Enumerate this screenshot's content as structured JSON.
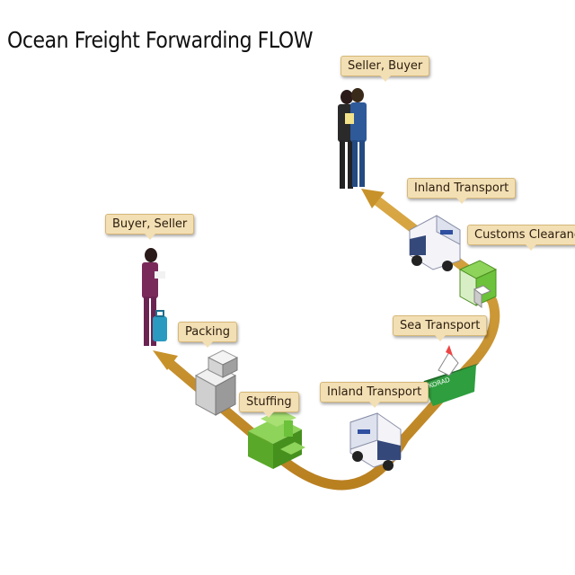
{
  "title": "Ocean Freight Forwarding FLOW",
  "steps": [
    {
      "label": "Buyer, Seller",
      "icon": "person-with-luggage-icon"
    },
    {
      "label": "Packing",
      "icon": "boxes-icon"
    },
    {
      "label": "Stuffing",
      "icon": "container-stuffing-icon"
    },
    {
      "label": "Inland Transport",
      "icon": "truck-icon"
    },
    {
      "label": "Sea Transport",
      "icon": "ship-icon"
    },
    {
      "label": "Customs Clearance",
      "icon": "customs-box-icon"
    },
    {
      "label": "Inland Transport",
      "icon": "truck-icon"
    },
    {
      "label": "Seller, Buyer",
      "icon": "business-people-icon"
    }
  ],
  "colors": {
    "path": "#c8922a",
    "callout_bg": "#f3dfb4",
    "green": "#6cc23a",
    "ship_green": "#2e9e3e"
  }
}
